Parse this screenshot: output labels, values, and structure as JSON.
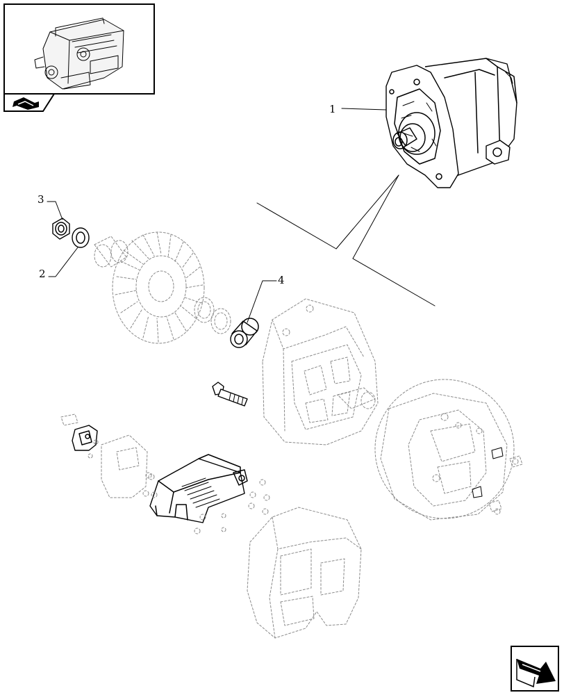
{
  "callouts": [
    {
      "id": "1",
      "text": "1"
    },
    {
      "id": "2",
      "text": "2"
    },
    {
      "id": "3",
      "text": "3"
    },
    {
      "id": "4",
      "text": "4"
    }
  ],
  "icons": {
    "thumbnail": "engine-thumbnail-icon",
    "back": "back-arrow-icon",
    "next": "next-arrow-icon"
  },
  "colors": {
    "ink": "#000000",
    "ghost": "#8a8a8a",
    "paper": "#ffffff"
  }
}
